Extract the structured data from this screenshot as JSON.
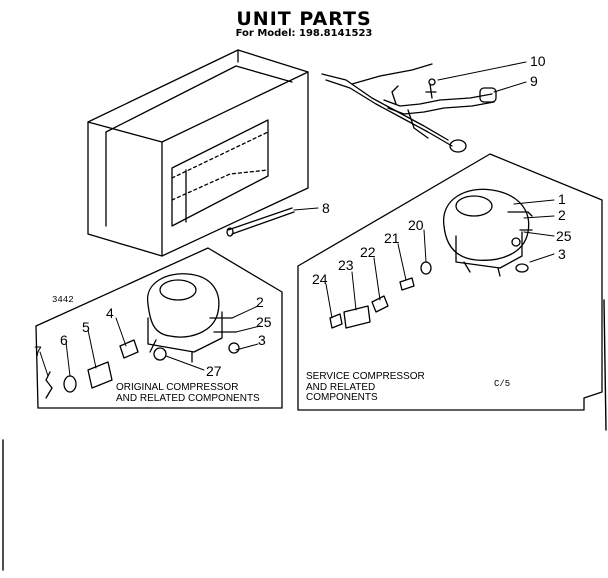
{
  "header": {
    "title": "UNIT PARTS",
    "model_line": "For Model: 198.8141523"
  },
  "callouts": {
    "c10": "10",
    "c9": "9",
    "c8": "8",
    "c1": "1",
    "c2_service": "2",
    "c25_service": "25",
    "c3_service": "3",
    "c20": "20",
    "c21": "21",
    "c22": "22",
    "c23": "23",
    "c24": "24",
    "c2_original": "2",
    "c25_original": "25",
    "c3_original": "3",
    "c27": "27",
    "c4": "4",
    "c5": "5",
    "c6": "6",
    "c7": "7"
  },
  "captions": {
    "original_line1": "ORIGINAL COMPRESSOR",
    "original_line2": "AND RELATED COMPONENTS",
    "service_line1": "SERVICE COMPRESSOR",
    "service_line2": "AND RELATED",
    "service_line3": "COMPONENTS"
  },
  "codes": {
    "figure_code": "3442",
    "sheet_code": "C/5"
  }
}
